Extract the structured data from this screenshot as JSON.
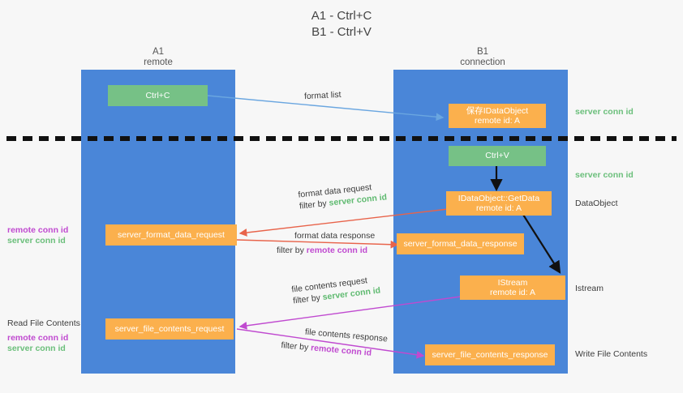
{
  "title": {
    "line1": "A1 - Ctrl+C",
    "line2": "B1 - Ctrl+V"
  },
  "columns": [
    {
      "name": "A1",
      "sub": "remote"
    },
    {
      "name": "B1",
      "sub": "connection"
    }
  ],
  "boxes": {
    "ctrl_c": "Ctrl+C",
    "save_idataobject_l1": "保存IDataObject",
    "save_idataobject_l2": "remote id: A",
    "ctrl_v": "Ctrl+V",
    "getdata_l1": "IDataObject::GetData",
    "getdata_l2": "remote id: A",
    "server_format_data_request": "server_format_data_request",
    "server_format_data_response": "server_format_data_response",
    "istream_l1": "IStream",
    "istream_l2": "remote id: A",
    "server_file_contents_request": "server_file_contents_request",
    "server_file_contents_response": "server_file_contents_response"
  },
  "edge_labels": {
    "format_list": "format list",
    "format_data_request": "format data request",
    "format_data_request_filter_prefix": "filter by ",
    "format_data_request_filter_value": "server conn id",
    "format_data_response": "format data response",
    "format_data_response_filter_prefix": "filter by ",
    "format_data_response_filter_value": "remote conn id",
    "file_contents_request": "file contents request",
    "file_contents_request_filter_prefix": "filter by ",
    "file_contents_request_filter_value": "server conn id",
    "file_contents_response": "file contents response",
    "file_contents_response_filter_prefix": "filter by ",
    "file_contents_response_filter_value": "remote conn id"
  },
  "right_notes": {
    "server_conn_id_top": "server conn id",
    "server_conn_id_second": "server conn id",
    "dataobject": "DataObject",
    "istream": "Istream",
    "write_file_contents": "Write File Contents"
  },
  "left_notes": {
    "remote_conn_id_upper": "remote conn id",
    "server_conn_id_upper": "server conn id",
    "read_file_contents": "Read File Contents",
    "remote_conn_id_lower": "remote conn id",
    "server_conn_id_lower": "server conn id"
  },
  "colors": {
    "lane": "#4a86d8",
    "green_box": "#76c186",
    "orange_box": "#fbb04d",
    "server_conn_id": "#6bbf7b",
    "remote_conn_id": "#c04ad0",
    "arrow_blue": "#6aa6e0",
    "arrow_red": "#e8634a",
    "arrow_magenta": "#c04ad0",
    "arrow_black": "#111111",
    "background": "#f7f7f7"
  }
}
